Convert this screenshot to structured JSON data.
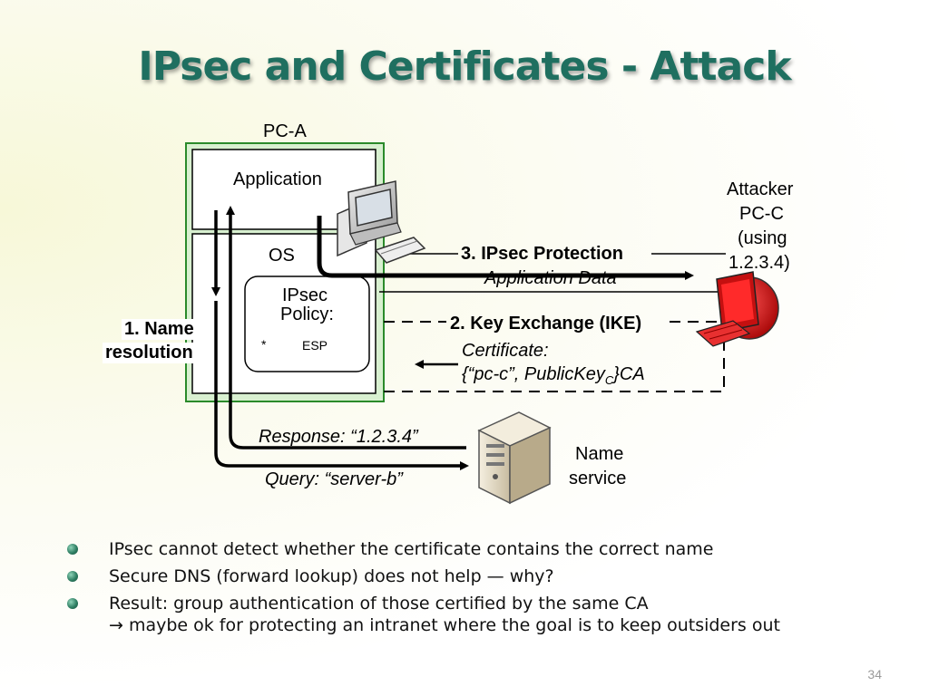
{
  "title": "IPsec and Certificates - Attack",
  "diagram": {
    "pc_a": "PC-A",
    "application": "Application",
    "os": "OS",
    "policy_line1": "IPsec",
    "policy_line2": "Policy:",
    "policy_star": "*",
    "policy_esp": "ESP",
    "name_resolution_line1": "1. Name",
    "name_resolution_line2": "resolution",
    "attacker_line1": "Attacker",
    "attacker_line2": "PC-C",
    "attacker_line3": "(using",
    "attacker_line4": "1.2.3.4)",
    "ipsec_protection": "3. IPsec Protection",
    "application_data": "Application Data",
    "key_exchange": "2. Key Exchange (IKE)",
    "certificate": "Certificate:",
    "cert_value_pre": "{“pc-c”, PublicKey",
    "cert_value_sub": "C",
    "cert_value_post": "}CA",
    "response": "Response: “1.2.3.4”",
    "query": "Query: “server-b”",
    "name_service_line1": "Name",
    "name_service_line2": "service"
  },
  "bullets": [
    {
      "text": "IPsec cannot detect whether the certificate contains the correct name"
    },
    {
      "text": "Secure DNS (forward lookup) does not help — why?"
    },
    {
      "text": "Result: group authentication of those certified by the same CA",
      "sub": "→  maybe ok for protecting an intranet where the goal is to keep outsiders out"
    }
  ],
  "page_number": "34",
  "colors": {
    "title": "#1f6f60",
    "pc_box_fill": "#d8f0d0",
    "pc_box_border": "#2a8a2a",
    "attacker_red": "#d81818"
  },
  "icons": [
    "desktop-computer-icon",
    "attacker-computer-icon",
    "server-icon"
  ]
}
